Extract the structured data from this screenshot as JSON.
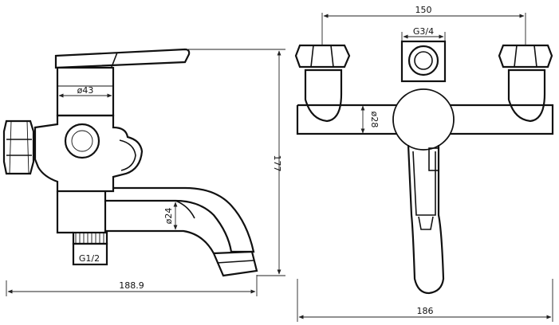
{
  "dimensions": {
    "total_width_side": "188.9",
    "total_width_front": "186",
    "height": "177",
    "top_center_distance": "150",
    "body_diameter": "ø43",
    "handle_diameter": "ø28",
    "spout_diameter": "ø24",
    "thread_top": "G3/4",
    "thread_bottom": "G1/2"
  }
}
